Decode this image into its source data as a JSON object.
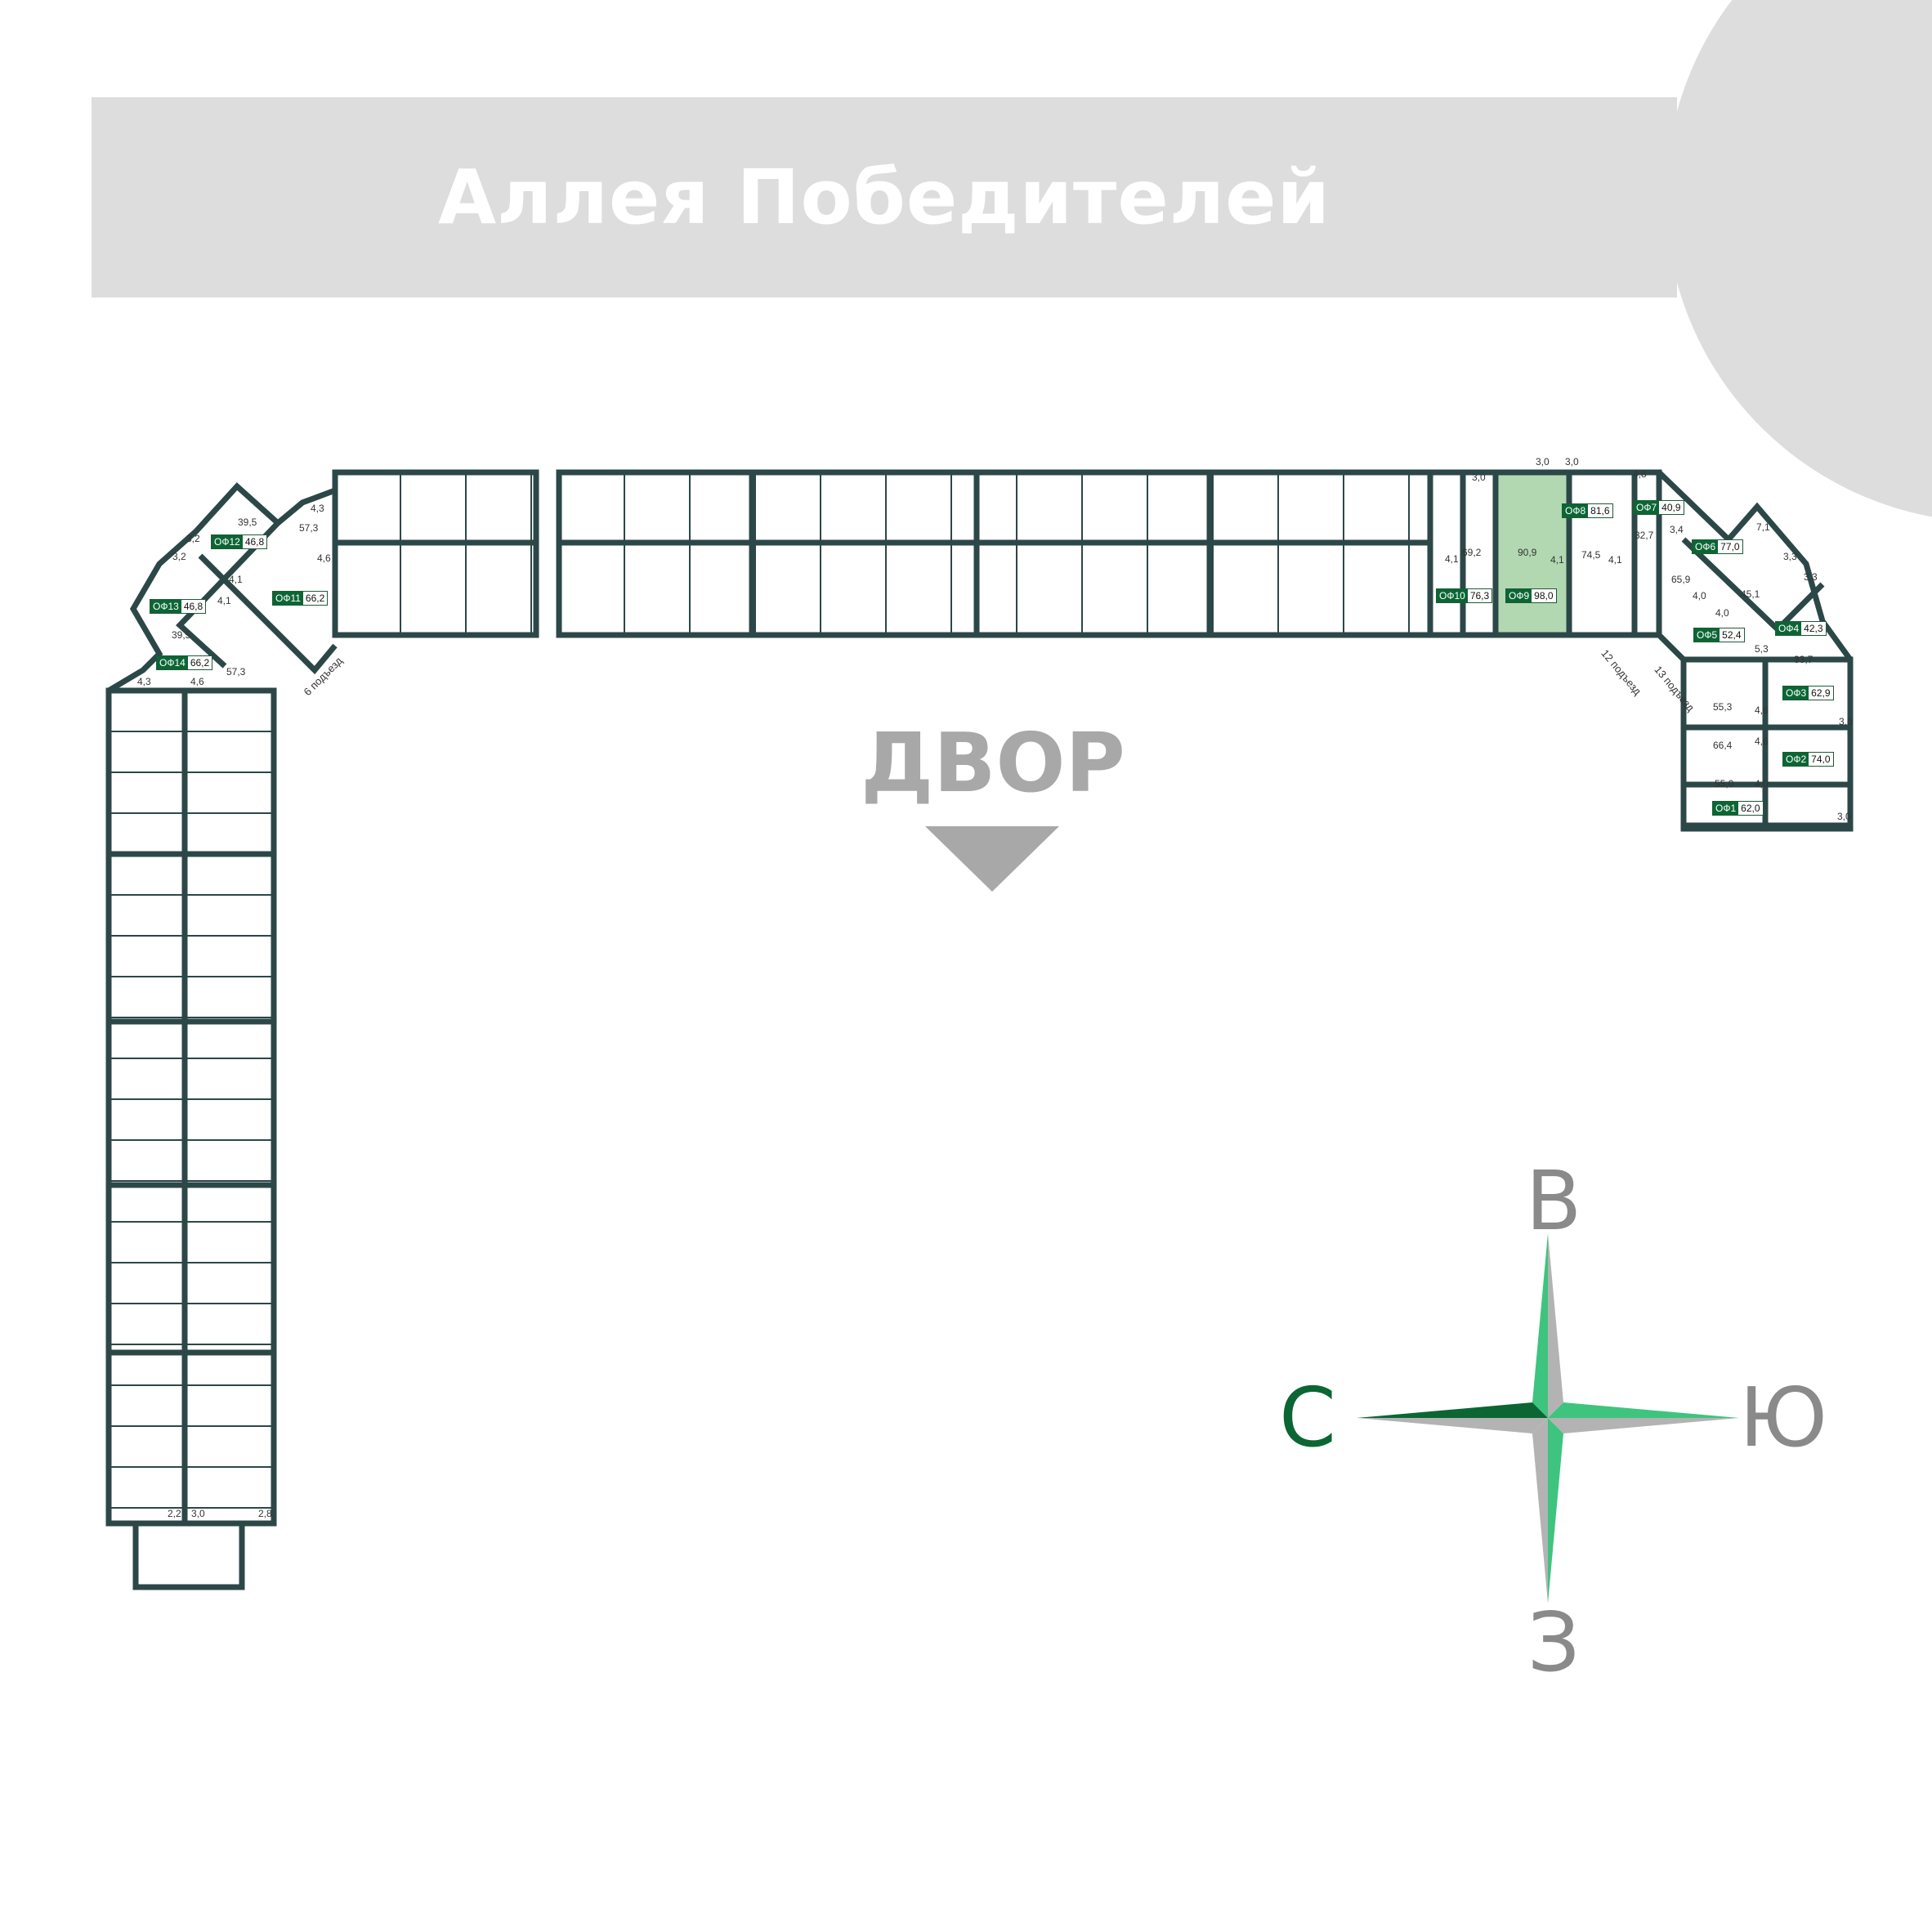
{
  "header": {
    "title": "Аллея Победителей"
  },
  "courtyard": {
    "label": "ДВОР"
  },
  "compass": {
    "north": "В",
    "south": "З",
    "west": "С",
    "east": "Ю",
    "colors": {
      "dark": "#0b6634",
      "light": "#3ec47e",
      "grey": "#b3b3b3"
    }
  },
  "colors": {
    "wall": "#2c4747",
    "office_tag": "#0b6634",
    "highlight": "#b2d8b2",
    "banner": "#dcdddc"
  },
  "offices": [
    {
      "id": "ОФ1",
      "area": "62,0"
    },
    {
      "id": "ОФ2",
      "area": "74,0"
    },
    {
      "id": "ОФ3",
      "area": "62,9"
    },
    {
      "id": "ОФ4",
      "area": "42,3"
    },
    {
      "id": "ОФ5",
      "area": "52,4"
    },
    {
      "id": "ОФ6",
      "area": "77,0"
    },
    {
      "id": "ОФ7",
      "area": "40,9"
    },
    {
      "id": "ОФ8",
      "area": "81,6"
    },
    {
      "id": "ОФ9",
      "area": "98,0"
    },
    {
      "id": "ОФ10",
      "area": "76,3"
    },
    {
      "id": "ОФ11",
      "area": "66,2"
    },
    {
      "id": "ОФ12",
      "area": "46,8"
    },
    {
      "id": "ОФ13",
      "area": "46,8"
    },
    {
      "id": "ОФ14",
      "area": "66,2"
    }
  ],
  "room_areas": [
    "3,0",
    "3,0",
    "3,0",
    "4,8",
    "69,2",
    "90,9",
    "4,1",
    "74,5",
    "4,1",
    "4,1",
    "32,7",
    "3,4",
    "7,1",
    "3,3",
    "3,3",
    "65,9",
    "45,1",
    "4,0",
    "4,0",
    "5,3",
    "33,7",
    "55,3",
    "4,6",
    "66,4",
    "4,6",
    "55,0",
    "4,0",
    "3,0",
    "3,0",
    "39,5",
    "3,2",
    "3,2",
    "4,3",
    "57,3",
    "4,6",
    "4,1",
    "4,1",
    "39,5",
    "57,3",
    "4,3",
    "4,6",
    "2,2",
    "3,0",
    "2,8"
  ],
  "entrances": [
    "12 подъезд",
    "13 подъезд",
    "6 подъезд"
  ]
}
